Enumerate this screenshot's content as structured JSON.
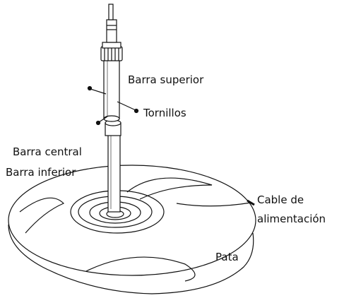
{
  "labels": {
    "barra_superior": "Barra superior",
    "tornillos": "Tornillos",
    "barra_central": "Barra central",
    "barra_inferior": "Barra inferior",
    "cable_line1": "Cable de",
    "cable_line2": "alimentación",
    "pata": "Pata"
  },
  "colors": {
    "ink": "#111111",
    "background": "#ffffff"
  }
}
